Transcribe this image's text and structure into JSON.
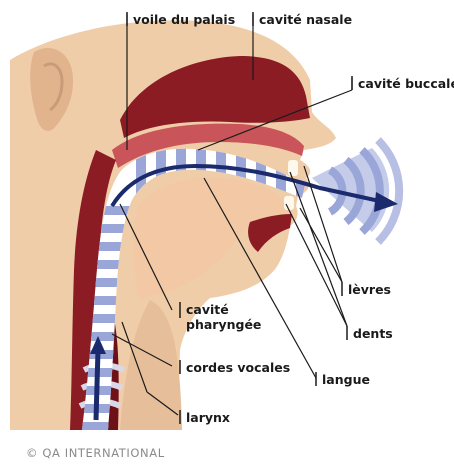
{
  "labels": {
    "voile_du_palais": "voile du palais",
    "cavite_nasale": "cavité nasale",
    "cavite_buccale": "cavité buccale",
    "levres": "lèvres",
    "dents": "dents",
    "cavite_pharyngee_line1": "cavité",
    "cavite_pharyngee_line2": "pharyngée",
    "cordes_vocales": "cordes vocales",
    "langue": "langue",
    "larynx": "larynx"
  },
  "credit": "© QA INTERNATIONAL",
  "colors": {
    "skin": "#f0cda9",
    "skin_shadow": "#e2b48e",
    "tissue": "#8c1c24",
    "tissue_dark": "#6e1018",
    "tissue_light": "#c9545a",
    "airflow_blue": "#9aa6d8",
    "airflow_white": "#ffffff",
    "arrow_navy": "#1a2a6c",
    "ink": "#1a1a1a",
    "credit_gray": "#8a8a8a"
  }
}
